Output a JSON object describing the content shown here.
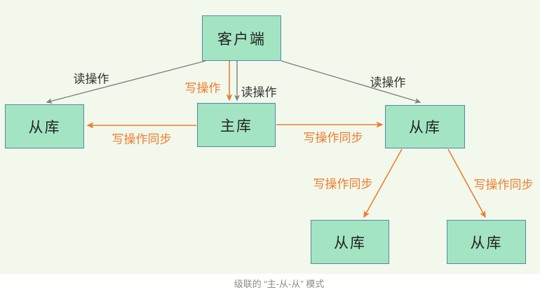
{
  "nodes": {
    "client": {
      "label": "客户端"
    },
    "master": {
      "label": "主库"
    },
    "slave_left": {
      "label": "从库"
    },
    "slave_right": {
      "label": "从库"
    },
    "slave_bottom_left": {
      "label": "从库"
    },
    "slave_bottom_right": {
      "label": "从库"
    }
  },
  "edge_labels": {
    "read_left": "读操作",
    "write": "写操作",
    "read_mid": "读操作",
    "read_right": "读操作",
    "sync_left": "写操作同步",
    "sync_right": "写操作同步",
    "sync_bottom_left": "写操作同步",
    "sync_bottom_right": "写操作同步"
  },
  "caption": "级联的 “主-从-从” 模式",
  "colors": {
    "background": "#f2f9ec",
    "node_fill": "#a3e4c3",
    "node_border": "#5588a8",
    "read_arrow": "#7f7f7f",
    "write_arrow": "#ed7d31",
    "caption_text": "#8c8c8c"
  }
}
